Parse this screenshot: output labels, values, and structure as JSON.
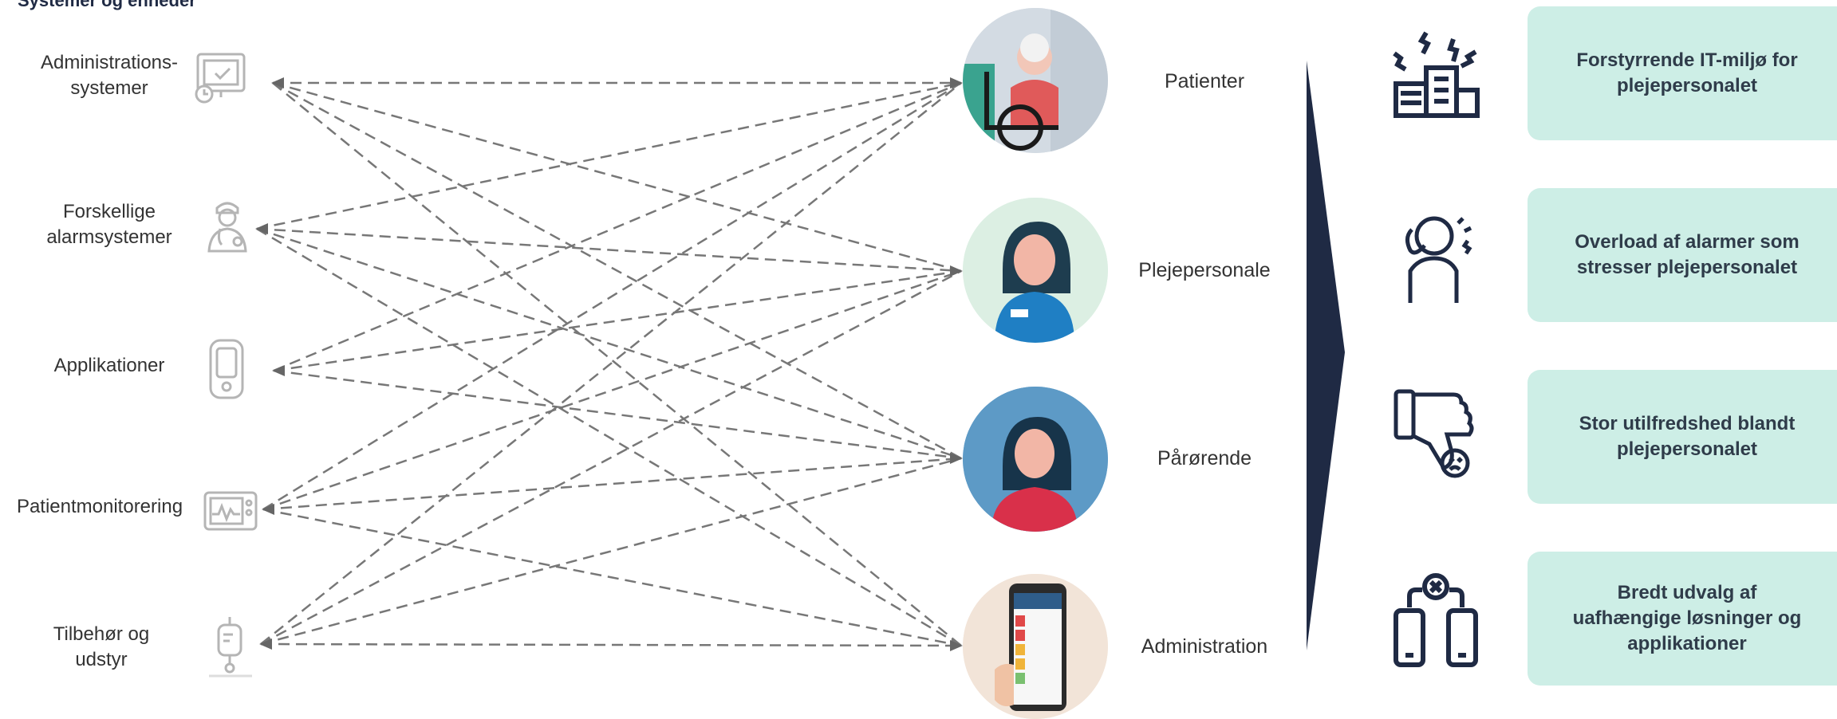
{
  "header": "Systemer og enheder",
  "left_items": [
    {
      "lines": [
        "Administrations-",
        "systemer"
      ],
      "icon": "admin-screen-icon"
    },
    {
      "lines": [
        "Forskellige",
        "alarmsystemer"
      ],
      "icon": "nurse-icon"
    },
    {
      "lines": [
        "Applikationer"
      ],
      "icon": "phone-icon"
    },
    {
      "lines": [
        "Patientmonitorering"
      ],
      "icon": "monitor-icon"
    },
    {
      "lines": [
        "Tilbehør og",
        "udstyr"
      ],
      "icon": "iv-bag-icon"
    }
  ],
  "right_items": [
    {
      "label": "Patienter",
      "avatar": "patient-wheelchair-avatar"
    },
    {
      "label": "Plejepersonale",
      "avatar": "nurse-avatar"
    },
    {
      "label": "Pårørende",
      "avatar": "relative-avatar"
    },
    {
      "label": "Administration",
      "avatar": "phone-app-avatar"
    }
  ],
  "outcomes": [
    {
      "lines": [
        "Forstyrrende IT-miljø for",
        "plejepersonalet"
      ],
      "icon": "disrupted-building-icon"
    },
    {
      "lines": [
        "Overload af alarmer som",
        "stresser plejepersonalet"
      ],
      "icon": "stressed-person-icon"
    },
    {
      "lines": [
        "Stor utilfredshed blandt",
        "plejepersonalet"
      ],
      "icon": "thumbs-down-icon"
    },
    {
      "lines": [
        "Bredt udvalg af",
        "uafhængige løsninger og",
        "applikationer"
      ],
      "icon": "disconnected-devices-icon"
    }
  ],
  "colors": {
    "card": "#cdeee6",
    "arrow": "#1f2a44",
    "line": "#777777",
    "icon_gray": "#b5b5b5",
    "icon_dark": "#1f2a44"
  }
}
